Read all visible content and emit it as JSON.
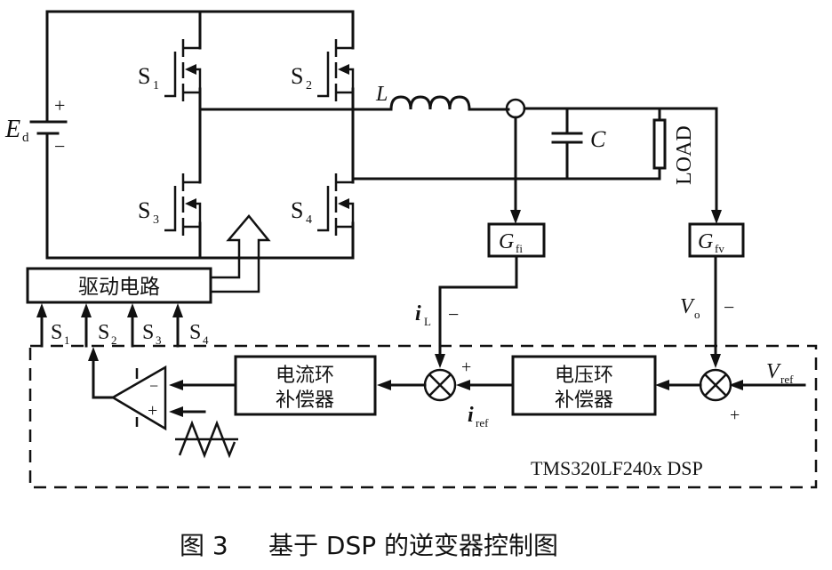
{
  "figure": {
    "caption_label": "图 3",
    "caption_text": "基于 DSP 的逆变器控制图"
  },
  "power_stage": {
    "source_label": "E",
    "source_sub": "d",
    "source_plus": "+",
    "source_minus": "−",
    "switches": [
      {
        "label": "S",
        "sub": "1"
      },
      {
        "label": "S",
        "sub": "2"
      },
      {
        "label": "S",
        "sub": "3"
      },
      {
        "label": "S",
        "sub": "4"
      }
    ],
    "inductor_label": "L",
    "capacitor_label": "C",
    "load_label": "LOAD"
  },
  "sensors": {
    "current_filter": {
      "label": "G",
      "sub": "fi"
    },
    "voltage_filter": {
      "label": "G",
      "sub": "fv"
    }
  },
  "driver": {
    "label": "驱动电路",
    "signals": [
      {
        "label": "S",
        "sub": "1"
      },
      {
        "label": "S",
        "sub": "2"
      },
      {
        "label": "S",
        "sub": "3"
      },
      {
        "label": "S",
        "sub": "4"
      }
    ]
  },
  "controller": {
    "dsp_label": "TMS320LF240x DSP",
    "current_compensator": {
      "line1": "电流环",
      "line2": "补偿器"
    },
    "voltage_compensator": {
      "line1": "电压环",
      "line2": "补偿器"
    },
    "comparator_minus": "−",
    "comparator_plus": "+",
    "signals": {
      "iL": {
        "label": "i",
        "sub": "L",
        "sign": "−"
      },
      "iref": {
        "label": "i",
        "sub": "ref",
        "sign": "+"
      },
      "Vo": {
        "label": "V",
        "sub": "o",
        "sign": "−"
      },
      "Vref": {
        "label": "V",
        "sub": "ref",
        "sign": "+"
      }
    }
  }
}
